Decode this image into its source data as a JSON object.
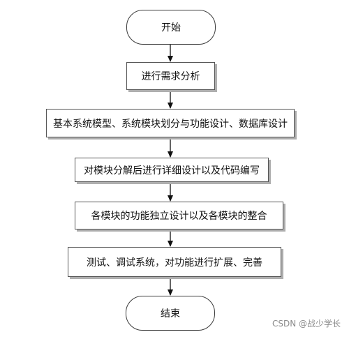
{
  "flowchart": {
    "start": "开始",
    "steps": [
      "进行需求分析",
      "基本系统模型、系统模块划分与功能设计、数据库设计",
      "对模块分解后进行详细设计以及代码编写",
      "各模块的功能独立设计以及各模块的整合",
      "测试、调试系统，对功能进行扩展、完善"
    ],
    "end": "结束"
  },
  "watermark": "CSDN @战少学长",
  "colors": {
    "border": "#3a3a3a",
    "shadow": "#aeaeae",
    "arrow": "#111111"
  }
}
